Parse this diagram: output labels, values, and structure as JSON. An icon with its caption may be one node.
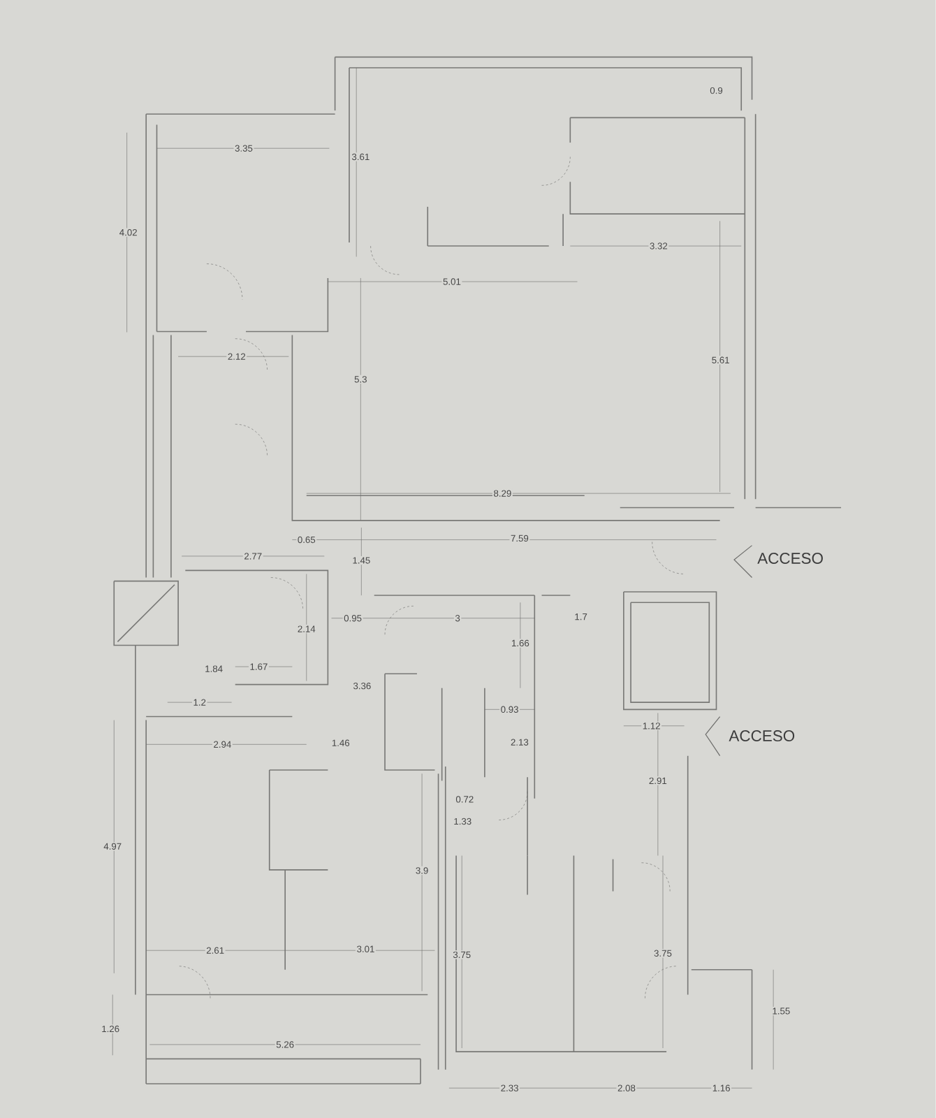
{
  "diagram": {
    "labels": [
      "0.9",
      "3.35",
      "3.61",
      "4.02",
      "3.32",
      "5.01",
      "2.12",
      "5.61",
      "5.3",
      "8.29",
      "0.65",
      "7.59",
      "ACCESO",
      "2.77",
      "1.45",
      "0.95",
      "3",
      "1.7",
      "2.14",
      "1.66",
      "1.84",
      "1.67",
      "3.36",
      "1.2",
      "0.93",
      "1.12",
      "ACCESO",
      "2.94",
      "1.46",
      "2.13",
      "2.91",
      "0.72",
      "1.33",
      "4.97",
      "3.9",
      "2.61",
      "3.01",
      "3.75",
      "3.75",
      "1.55",
      "1.26",
      "5.26",
      "2.33",
      "2.08",
      "1.16"
    ]
  }
}
